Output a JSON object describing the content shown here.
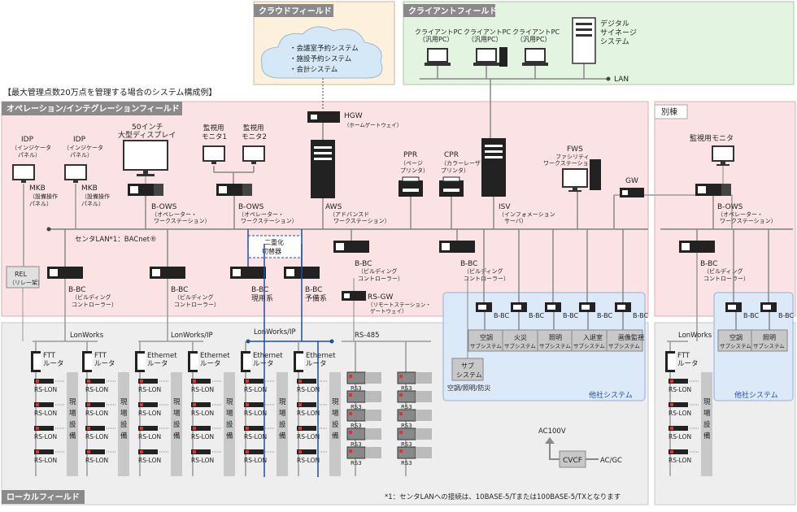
{
  "heading": "【最大管理点数20万点を管理する場合のシステム構成例】",
  "fields": {
    "cloud": "クラウドフィールド",
    "client": "クライアントフィールド",
    "operation": "オペレーション/インテグレーションフィールド",
    "annex": "別棟",
    "local": "ローカルフィールド"
  },
  "cloud_services": [
    "・会議室予約システム",
    "・施設予約システム",
    "・会計システム"
  ],
  "client": {
    "pcs": [
      [
        "クライアントPC",
        "（汎用PC）"
      ],
      [
        "クライアントPC",
        "（汎用PC）"
      ],
      [
        "クライアントPC",
        "（汎用PC）"
      ]
    ],
    "signage": [
      "デジタル",
      "サイネージ",
      "システム"
    ],
    "lan": "LAN"
  },
  "hgw": {
    "name": "HGW",
    "desc": "（ホームゲートウェイ）"
  },
  "idp": {
    "name": "IDP",
    "desc": [
      "（インジケータ",
      "パネル）"
    ]
  },
  "mkb": {
    "name": "MKB",
    "desc": [
      "（設備操作",
      "パネル）"
    ]
  },
  "display50": [
    "50インチ",
    "大型ディスプレイ"
  ],
  "monitors": [
    "監視用",
    "モニタ1",
    "監視用",
    "モニタ2"
  ],
  "bows": {
    "name": "B-OWS",
    "desc": [
      "（オペレーター・",
      "ワークステーション）"
    ]
  },
  "aws": {
    "name": "AWS",
    "desc": [
      "（アドバンスド",
      "ワークステーション）"
    ]
  },
  "ppr": {
    "name": "PPR",
    "desc": [
      "（ページ",
      "プリンタ）"
    ]
  },
  "cpr": {
    "name": "CPR",
    "desc": [
      "（カラーレーザ",
      "プリンタ）"
    ]
  },
  "isv": {
    "name": "ISV",
    "desc": [
      "（インフォメーション",
      "サーバ）"
    ]
  },
  "fws": {
    "name": "FWS",
    "desc": [
      "ファシリティ",
      "ワークステーション"
    ]
  },
  "gw": "GW",
  "annex_monitor": "監視用モニタ",
  "center_lan": "センタLAN*1：BACnet®",
  "duplex": [
    "二重化",
    "切替器"
  ],
  "bbc": {
    "name": "B-BC",
    "desc": [
      "（ビルディング",
      "コントローラー）"
    ],
    "main": "現用系",
    "standby": "予備系"
  },
  "rsgw": {
    "name": "RS-GW",
    "desc": [
      "（リモートステーション・",
      "ゲートウェイ）"
    ]
  },
  "rel": [
    "REL",
    "（リレー架）"
  ],
  "lonworks": "LonWorks",
  "lonworks_ip": "LonWorks/IP",
  "rs485": "RS-485",
  "ftt": [
    "FTT",
    "ルータ"
  ],
  "ethernet": [
    "Ethernet",
    "ルータ"
  ],
  "rslon": "RS-LON",
  "rs3": "RS3",
  "field_equipment": [
    "現",
    "場",
    "設",
    "備"
  ],
  "subsystems": [
    [
      "空調",
      "サブシステム"
    ],
    [
      "火災",
      "サブシステム"
    ],
    [
      "照明",
      "サブシステム"
    ],
    [
      "入退室",
      "サブシステム"
    ],
    [
      "画像監視",
      "サブシステム"
    ]
  ],
  "annex_subsystems": [
    [
      "空調",
      "サブシステム"
    ],
    [
      "照明",
      "サブシステム"
    ]
  ],
  "sub_system": [
    "サブ",
    "システム"
  ],
  "sub_system_caption": "空調/照明/防災",
  "other_system": "他社システム",
  "ac100v": "AC100V",
  "cvcf": "CVCF",
  "acgc": "AC/GC",
  "footnote": "*1：センタLANへの接続は、10BASE-5/Tまたは100BASE-5/TXとなります",
  "colors": {
    "cloud": "#fdf0dc",
    "client": "#e3f4e1",
    "operation": "#fbe3e5",
    "local": "#eeeeee",
    "other": "#dce9f8",
    "header": "#8a8a8a",
    "bus": "#999999",
    "redundant": "#1f4e9e"
  }
}
